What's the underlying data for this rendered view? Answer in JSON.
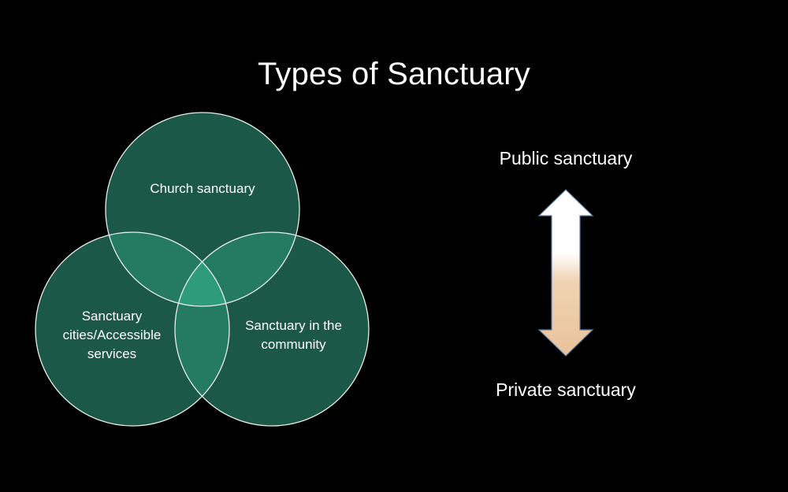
{
  "slide": {
    "title": "Types of Sanctuary"
  },
  "venn": {
    "circles": [
      {
        "label": "Church sanctuary"
      },
      {
        "label": "Sanctuary cities/Accessible services"
      },
      {
        "label": "Sanctuary in the community"
      }
    ],
    "colors": {
      "circle_fill": "#1c5847",
      "overlap_pair": "#257a62",
      "overlap_center": "#2e9c7a",
      "outline": "#e8efe9"
    }
  },
  "scale": {
    "top_label": "Public sanctuary",
    "bottom_label": "Private sanctuary",
    "arrow_colors": {
      "top": "#ffffff",
      "bottom": "#edc9a3",
      "outline": "#5d7fa9"
    }
  }
}
